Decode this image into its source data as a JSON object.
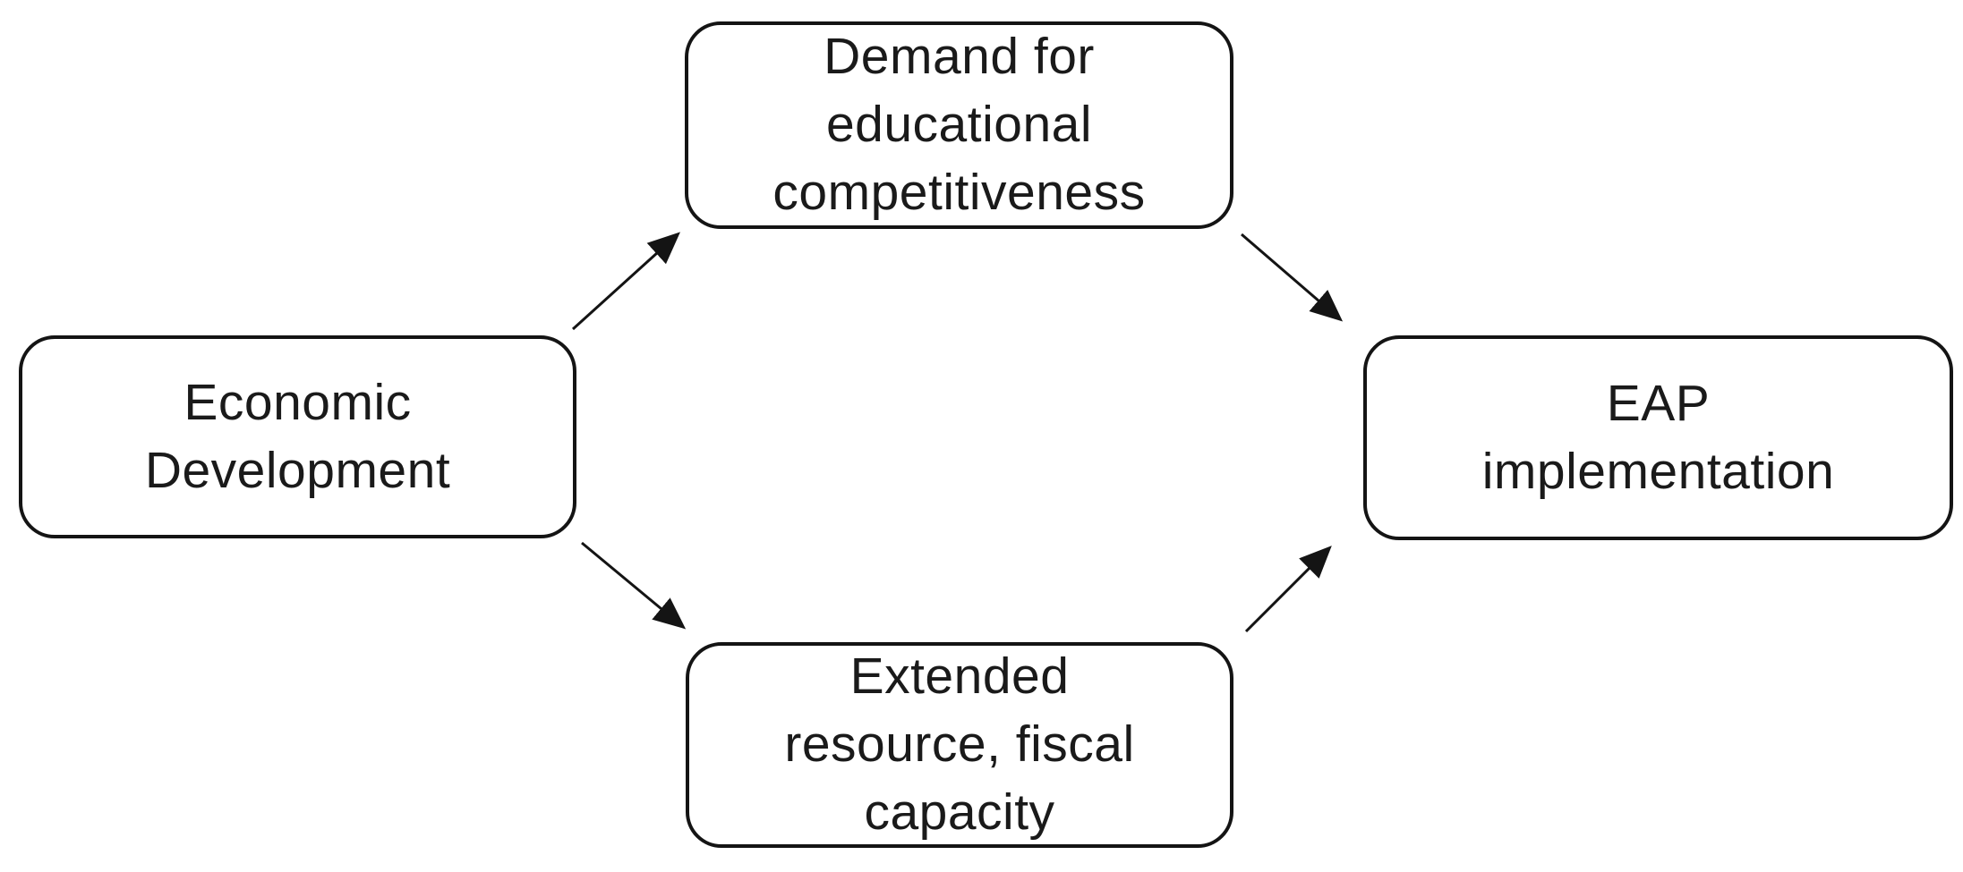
{
  "figure": {
    "type": "path-diagram",
    "background_color": "#ffffff",
    "stroke_color": "#141414",
    "text_color": "#1a1a1a",
    "box_fill": "#ffffff",
    "nodes": {
      "economic_development": {
        "label": "Economic\nDevelopment"
      },
      "demand_educational_competitiveness": {
        "label": "Demand for\neducational\ncompetitiveness"
      },
      "extended_resource_fiscal_capacity": {
        "label": "Extended\nresource, fiscal\ncapacity"
      },
      "eap_implementation": {
        "label": "EAP\nimplementation"
      }
    },
    "edges": [
      {
        "from": "Economic Development",
        "to": "Demand for educational competitiveness"
      },
      {
        "from": "Demand for educational competitiveness",
        "to": "EAP implementation"
      },
      {
        "from": "Economic Development",
        "to": "Extended resource, fiscal capacity"
      },
      {
        "from": "Extended resource, fiscal capacity",
        "to": "EAP implementation"
      }
    ]
  }
}
